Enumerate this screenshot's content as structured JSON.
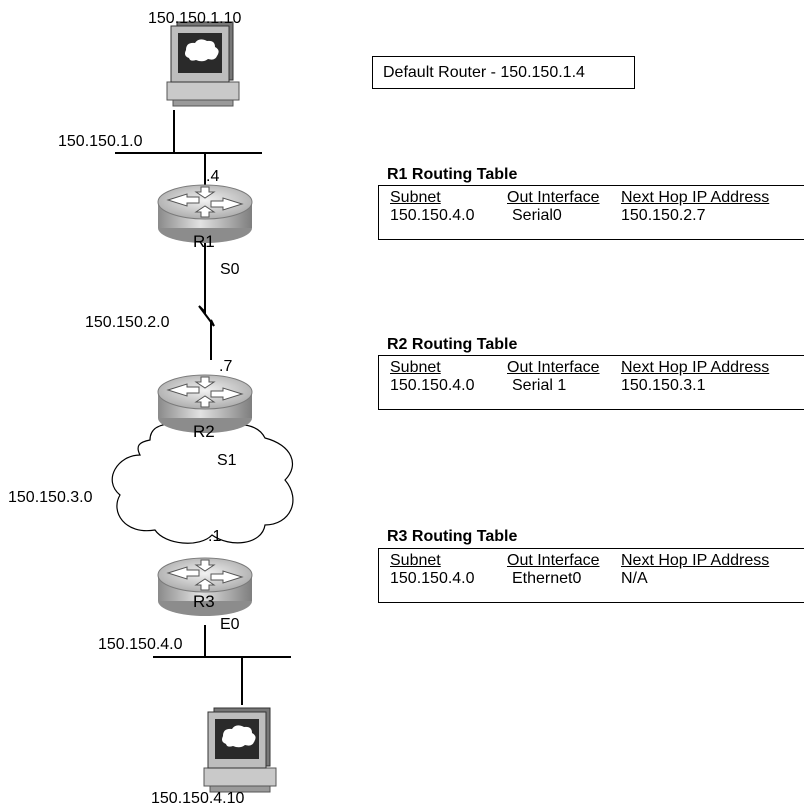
{
  "hosts": {
    "top": {
      "ip": "150.150.1.10"
    },
    "bottom": {
      "ip": "150.150.4.10"
    }
  },
  "subnets": {
    "lan1": "150.150.1.0",
    "serial_link": "150.150.2.0",
    "frame_relay": "150.150.3.0",
    "lan4": "150.150.4.0"
  },
  "routers": {
    "r1": {
      "name": "R1",
      "lan_ip": ".4",
      "interface": "S0"
    },
    "r2": {
      "name": "R2",
      "serial_ip": ".7",
      "interface": "S1"
    },
    "r3": {
      "name": "R3",
      "cloud_ip": ".1",
      "interface": "E0"
    }
  },
  "default_router": "Default Router - 150.150.1.4",
  "routing_tables": [
    {
      "title": "R1 Routing Table",
      "headers": [
        "Subnet",
        "Out Interface",
        "Next Hop IP Address"
      ],
      "row": [
        "150.150.4.0",
        "Serial0",
        "150.150.2.7"
      ]
    },
    {
      "title": "R2 Routing Table",
      "headers": [
        "Subnet",
        "Out Interface",
        "Next Hop IP Address"
      ],
      "row": [
        "150.150.4.0",
        "Serial 1",
        "150.150.3.1"
      ]
    },
    {
      "title": "R3 Routing Table",
      "headers": [
        "Subnet",
        "Out Interface",
        "Next Hop IP Address"
      ],
      "row": [
        "150.150.4.0",
        "Ethernet0",
        "N/A"
      ]
    }
  ],
  "colors": {
    "router_body": "#b8b8b8",
    "router_top": "#d9d9d9",
    "line": "#000000"
  }
}
